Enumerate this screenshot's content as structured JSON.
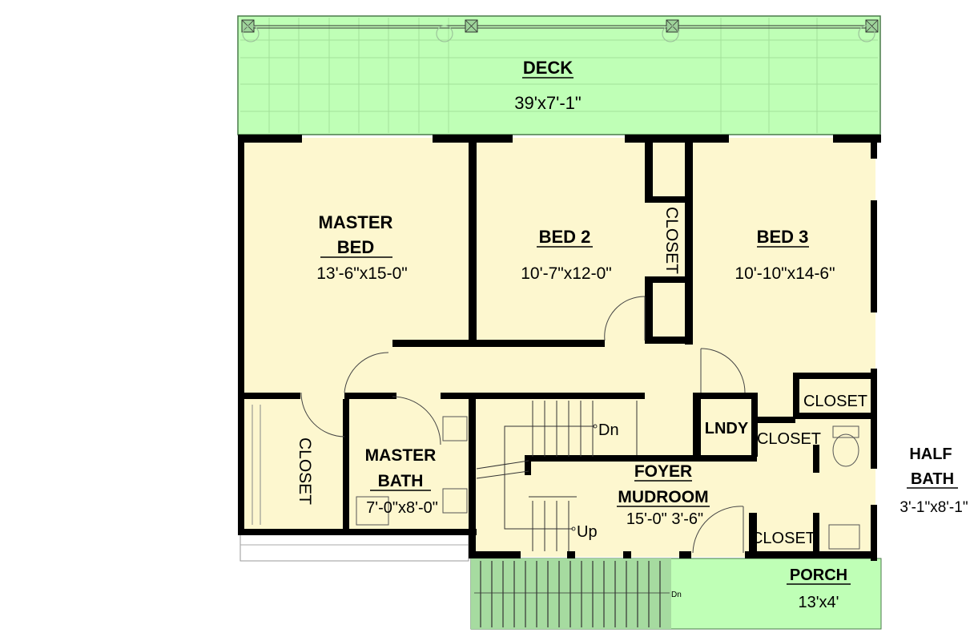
{
  "colors": {
    "interior": "#fdf7cf",
    "deck": "#bfffb6",
    "stair_green": "#a6dba0",
    "wall": "#000000"
  },
  "rooms": {
    "deck": {
      "name": "DECK",
      "size": "39'x7'-1\""
    },
    "master_bed": {
      "name_line1": "MASTER",
      "name_line2": "BED",
      "size": "13'-6\"x15-0\""
    },
    "bed2": {
      "name": "BED 2",
      "size": "10'-7\"x12-0\""
    },
    "bed3": {
      "name": "BED 3",
      "size": "10'-10\"x14-6\""
    },
    "closet_between_beds": {
      "name": "CLOSET"
    },
    "master_closet": {
      "name": "CLOSET"
    },
    "master_bath": {
      "name_line1": "MASTER",
      "name_line2": "BATH",
      "size": "7'-0\"x8'-0\""
    },
    "foyer": {
      "name_line1": "FOYER",
      "name_line2": "MUDROOM",
      "size": "15'-0\" 3'-6\""
    },
    "laundry": {
      "name": "LNDY"
    },
    "closet_upper_right": {
      "name": "CLOSET"
    },
    "closet_mid_right": {
      "name": "CLOSET"
    },
    "closet_lower_right": {
      "name": "CLOSET"
    },
    "half_bath": {
      "name_line1": "HALF",
      "name_line2": "BATH",
      "size": "3'-1\"x8'-1\""
    },
    "porch": {
      "name": "PORCH",
      "size": "13'x4'"
    }
  },
  "stairs": {
    "down_label": "Dn",
    "up_label": "Up",
    "porch_down_label": "Dn"
  }
}
